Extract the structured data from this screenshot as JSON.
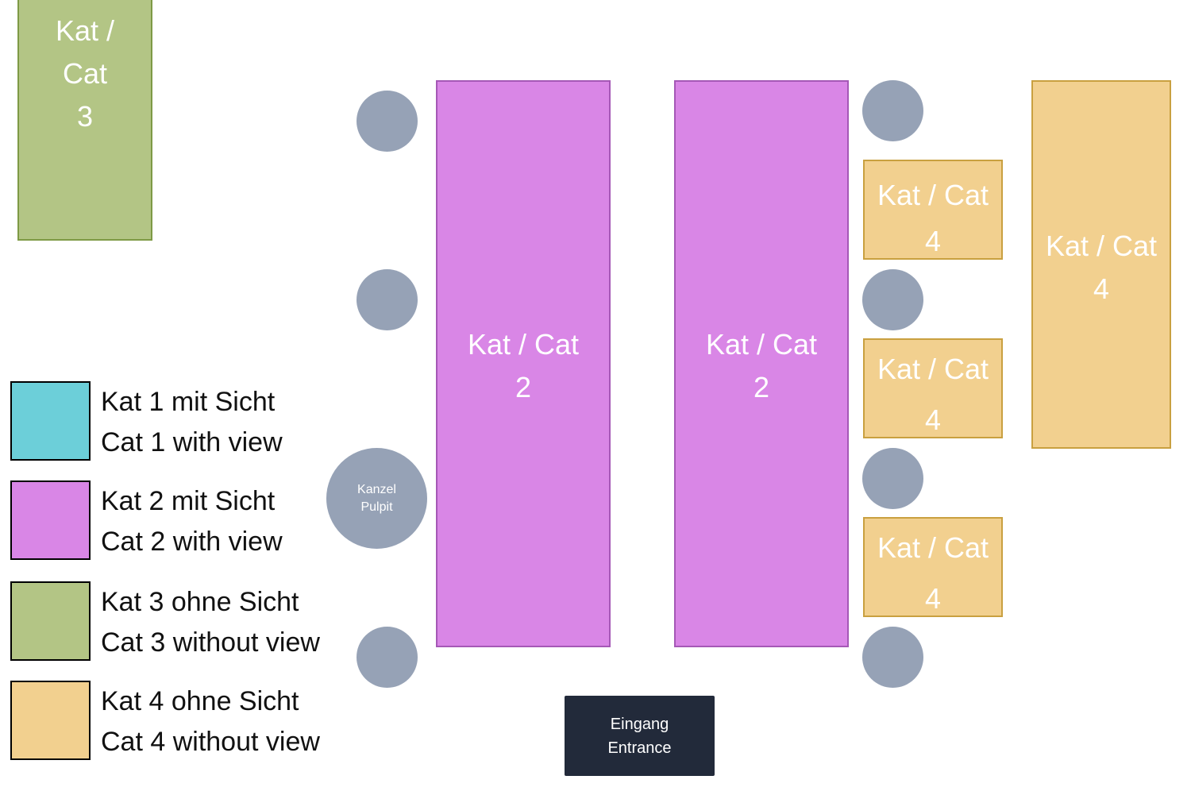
{
  "blocks": {
    "cat3": {
      "label": "Kat /",
      "label2": "Cat",
      "number": "3"
    },
    "cat2_left": {
      "label": "Kat / Cat",
      "number": "2"
    },
    "cat2_right": {
      "label": "Kat / Cat",
      "number": "2"
    },
    "cat4_small_1": {
      "label": "Kat / Cat",
      "number": "4"
    },
    "cat4_small_2": {
      "label": "Kat / Cat",
      "number": "4"
    },
    "cat4_small_3": {
      "label": "Kat / Cat",
      "number": "4"
    },
    "cat4_large": {
      "label": "Kat / Cat",
      "number": "4"
    }
  },
  "pulpit": {
    "line1": "Kanzel",
    "line2": "Pulpit"
  },
  "entrance": {
    "line1": "Eingang",
    "line2": "Entrance"
  },
  "legend": [
    {
      "de": "Kat 1 mit Sicht",
      "en": "Cat 1 with view",
      "color": "#6ccfd9"
    },
    {
      "de": "Kat 2 mit Sicht",
      "en": "Cat 2 with view",
      "color": "#d986e6"
    },
    {
      "de": "Kat 3 ohne Sicht",
      "en": "Cat 3 without view",
      "color": "#b3c585"
    },
    {
      "de": "Kat 4 ohne Sicht",
      "en": "Cat 4 without view",
      "color": "#f2d08f"
    }
  ]
}
